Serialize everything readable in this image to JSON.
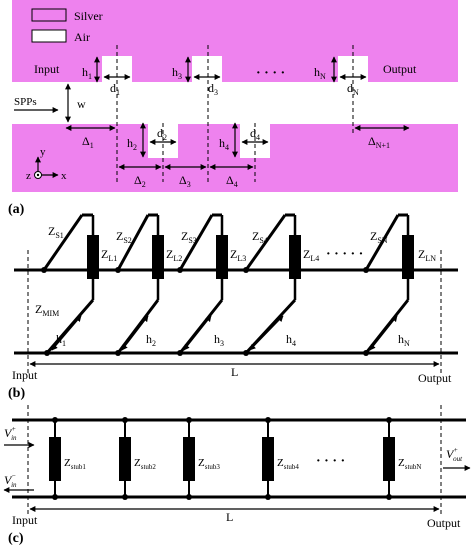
{
  "panel_a": {
    "panel_label": "(a)",
    "legend": {
      "silver": "Silver",
      "air": "Air"
    },
    "input": "Input",
    "output": "Output",
    "spps": "SPPs",
    "w": "w",
    "dots": "· · · ·",
    "axis": {
      "y": "y",
      "z": "z",
      "x": "x"
    },
    "colors": {
      "silver": "#ee82ee",
      "air": "#ffffff"
    },
    "top_slots": [
      {
        "h": "h",
        "h_sub": "1",
        "d": "d",
        "d_sub": "1"
      },
      {
        "h": "h",
        "h_sub": "3",
        "d": "d",
        "d_sub": "3"
      },
      {
        "h": "h",
        "h_sub": "N",
        "d": "d",
        "d_sub": "N"
      }
    ],
    "bottom_slots": [
      {
        "h": "h",
        "h_sub": "2",
        "d": "d",
        "d_sub": "2"
      },
      {
        "h": "h",
        "h_sub": "4",
        "d": "d",
        "d_sub": "4"
      }
    ],
    "deltas": [
      {
        "sym": "Δ",
        "sub": "1"
      },
      {
        "sym": "Δ",
        "sub": "2"
      },
      {
        "sym": "Δ",
        "sub": "3"
      },
      {
        "sym": "Δ",
        "sub": "4"
      },
      {
        "sym": "Δ",
        "sub": "N+1"
      }
    ]
  },
  "panel_b": {
    "panel_label": "(b)",
    "zs": [
      {
        "sym": "Z",
        "sub": "S1"
      },
      {
        "sym": "Z",
        "sub": "S2"
      },
      {
        "sym": "Z",
        "sub": "S3"
      },
      {
        "sym": "Z",
        "sub": "S4"
      },
      {
        "sym": "Z",
        "sub": "SN"
      }
    ],
    "zl": [
      {
        "sym": "Z",
        "sub": "L1"
      },
      {
        "sym": "Z",
        "sub": "L2"
      },
      {
        "sym": "Z",
        "sub": "L3"
      },
      {
        "sym": "Z",
        "sub": "L4"
      },
      {
        "sym": "Z",
        "sub": "LN"
      }
    ],
    "h": [
      {
        "sym": "h",
        "sub": "1"
      },
      {
        "sym": "h",
        "sub": "2"
      },
      {
        "sym": "h",
        "sub": "3"
      },
      {
        "sym": "h",
        "sub": "4"
      },
      {
        "sym": "h",
        "sub": "N"
      }
    ],
    "zmim": {
      "sym": "Z",
      "sub": "MIM"
    },
    "dots": "· · · · ·",
    "L": "L",
    "input": "Input",
    "output": "Output"
  },
  "panel_c": {
    "panel_label": "(c)",
    "stubs": [
      {
        "sym": "Z",
        "sub": "stub1"
      },
      {
        "sym": "Z",
        "sub": "stub2"
      },
      {
        "sym": "Z",
        "sub": "stub3"
      },
      {
        "sym": "Z",
        "sub": "stub4"
      },
      {
        "sym": "Z",
        "sub": "stubN"
      }
    ],
    "vin_plus": {
      "sym": "V",
      "sub": "in",
      "sup": "+"
    },
    "vin_minus": {
      "sym": "V",
      "sub": "in",
      "sup": "−"
    },
    "vout_plus": {
      "sym": "V",
      "sub": "out",
      "sup": "+"
    },
    "dots": "· · · ·",
    "L": "L",
    "input": "Input",
    "output": "Output"
  }
}
